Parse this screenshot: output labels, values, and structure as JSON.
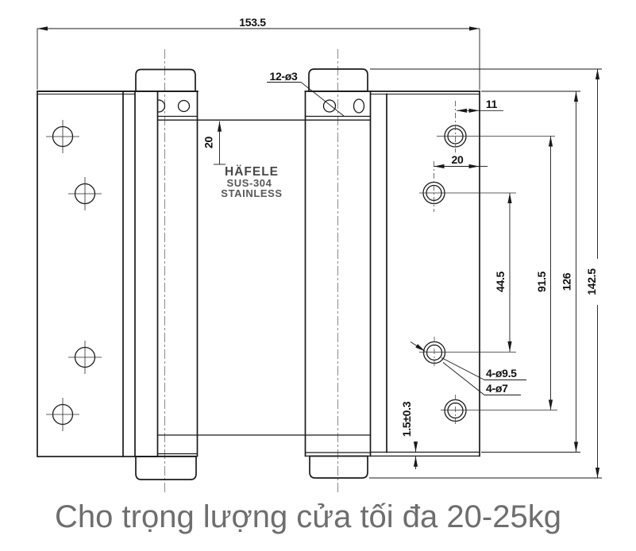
{
  "dims": {
    "overall_width": "153.5",
    "pin_holes": "12-ø3",
    "hole_edge_top": "11",
    "hole_edge_mid": "20",
    "barrel_inset": "20",
    "hole_span_inner": "44.5",
    "hole_span_outer": "91.5",
    "leaf_height": "126",
    "overall_height": "142.5",
    "countersink_holes": "4-ø9.5",
    "through_holes": "4-ø7",
    "bottom_clearance": "1.5±0.3"
  },
  "logo": {
    "brand": "HÄFELE",
    "grade": "SUS-304",
    "material": "STAINLESS"
  },
  "caption": "Cho trọng lượng cửa tối đa 20-25kg",
  "colors": {
    "line": "#1a1a1a",
    "centerline": "#8a8a8a",
    "logo": "#4a4a4a",
    "caption": "#6e6e6e"
  }
}
